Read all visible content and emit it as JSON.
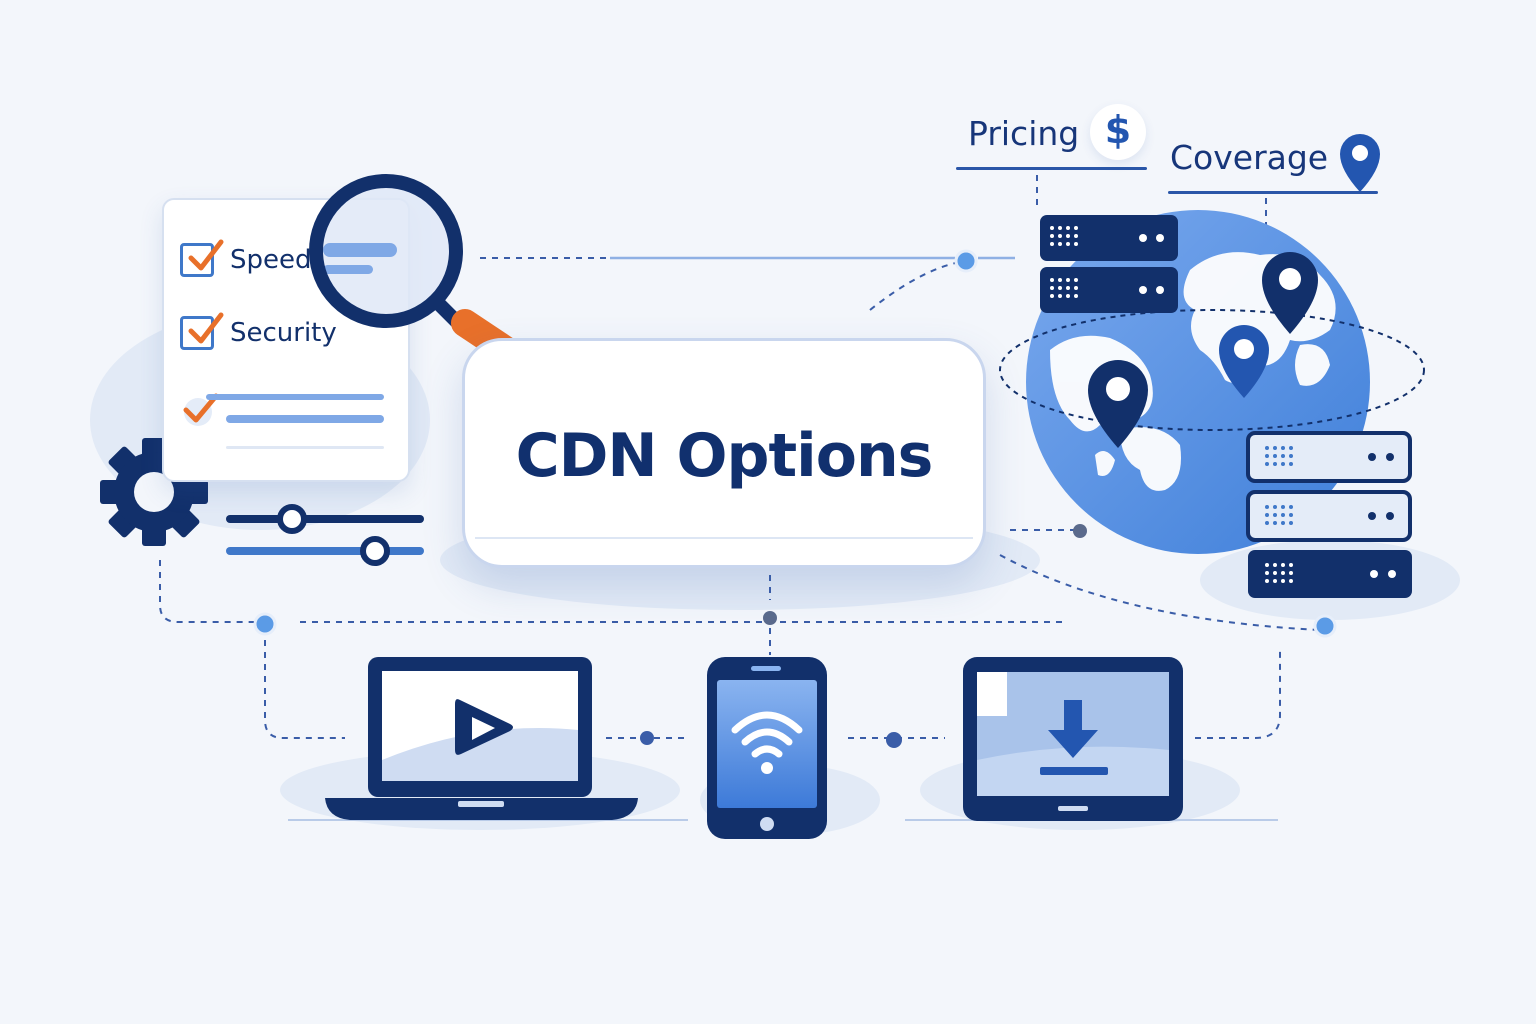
{
  "title": "CDN Options",
  "checklist": {
    "items": [
      {
        "label": "Speed",
        "checked": true
      },
      {
        "label": "Security",
        "checked": true
      },
      {
        "label": "",
        "checked": true
      }
    ]
  },
  "labels": {
    "pricing": "Pricing",
    "pricing_symbol": "$",
    "coverage": "Coverage"
  },
  "icons": {
    "magnifier": "magnifier-icon",
    "gear": "gear-icon",
    "sliders": "sliders-icon",
    "globe": "globe-icon",
    "location_pin": "location-pin-icon",
    "server": "server-icon",
    "laptop_play": "play-icon",
    "phone_wifi": "wifi-icon",
    "tablet_download": "download-icon"
  },
  "colors": {
    "navy": "#12306b",
    "blue": "#3f78c9",
    "light_blue": "#7fa8e6",
    "orange": "#e8702a",
    "background": "#f3f6fb"
  }
}
